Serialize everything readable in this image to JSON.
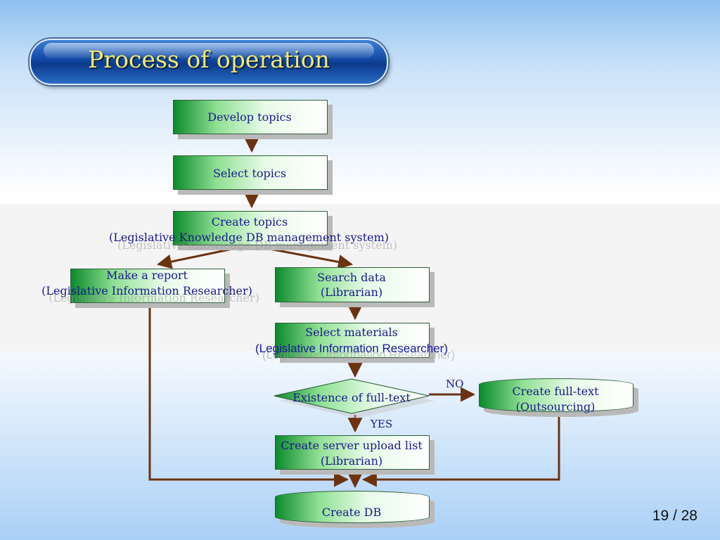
{
  "title": "Process of operation",
  "page_number": "19 / 28",
  "nodes": {
    "develop_topics": "Develop topics",
    "select_topics": "Select topics",
    "create_topics": {
      "line1": "Create topics",
      "line2": "(Legislative Knowledge DB management system)"
    },
    "make_report": {
      "line1": "Make a report",
      "line2": "(Legislative Information Researcher)"
    },
    "search_data": {
      "line1": "Search data",
      "line2": "(Librarian)"
    },
    "select_materials": {
      "line1": "Select materials",
      "line2": "(Legislative Information Researcher)"
    },
    "existence_full_text": "Existence of full-text",
    "create_full_text": {
      "line1": "Create full-text",
      "line2": "(Outsourcing)"
    },
    "create_upload_list": {
      "line1": "Create server upload list",
      "line2": "(Librarian)"
    },
    "create_db": "Create DB"
  },
  "edge_labels": {
    "no": "NO",
    "yes": "YES"
  },
  "colors": {
    "arrow": "#6b3310",
    "node_text": "#1a1a8c",
    "title_text": "#f5e96a",
    "title_fill": "#1148a3"
  }
}
